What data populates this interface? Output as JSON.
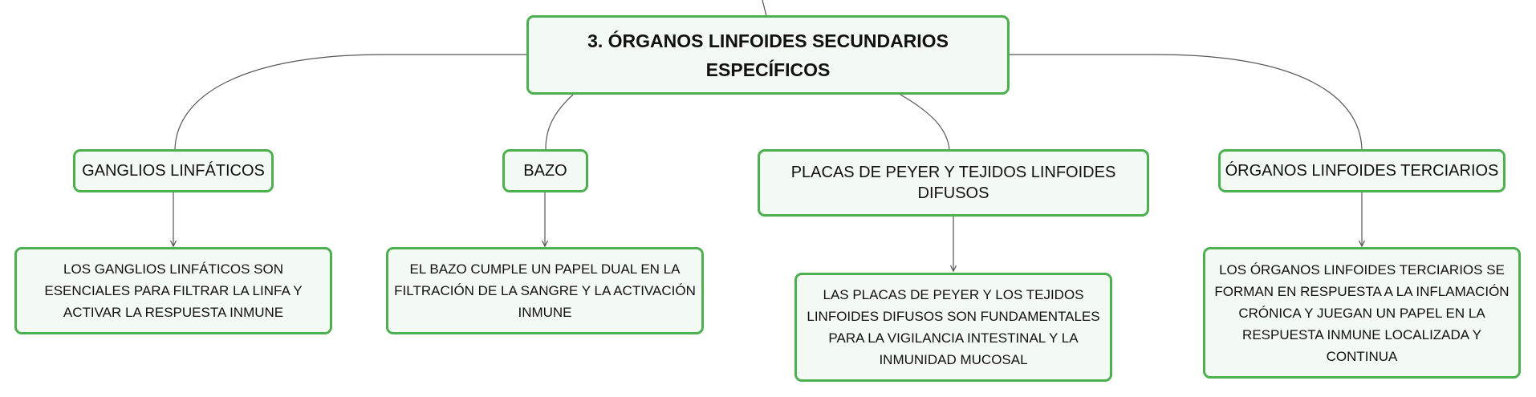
{
  "map": {
    "root": {
      "title": "3. ÓRGANOS LINFOIDES SECUNDARIOS ESPECÍFICOS"
    },
    "branches": [
      {
        "label": "GANGLIOS LINFÁTICOS",
        "detail": "LOS GANGLIOS LINFÁTICOS SON ESENCIALES PARA FILTRAR LA LINFA Y ACTIVAR LA RESPUESTA INMUNE"
      },
      {
        "label": "BAZO",
        "detail": "EL BAZO CUMPLE UN PAPEL DUAL EN LA FILTRACIÓN DE LA SANGRE Y LA ACTIVACIÓN INMUNE"
      },
      {
        "label": "PLACAS DE PEYER Y TEJIDOS LINFOIDES DIFUSOS",
        "detail": "LAS PLACAS DE PEYER Y LOS TEJIDOS LINFOIDES DIFUSOS SON FUNDAMENTALES PARA LA VIGILANCIA INTESTINAL Y LA INMUNIDAD MUCOSAL"
      },
      {
        "label": "ÓRGANOS LINFOIDES TERCIARIOS",
        "detail": "LOS ÓRGANOS LINFOIDES TERCIARIOS SE FORMAN EN RESPUESTA A LA INFLAMACIÓN CRÓNICA Y JUEGAN UN PAPEL EN LA RESPUESTA INMUNE LOCALIZADA Y CONTINUA"
      }
    ],
    "colors": {
      "node_border": "#4caf50",
      "node_fill": "#f3f9f3",
      "connector": "#555555",
      "text": "#111111"
    }
  }
}
